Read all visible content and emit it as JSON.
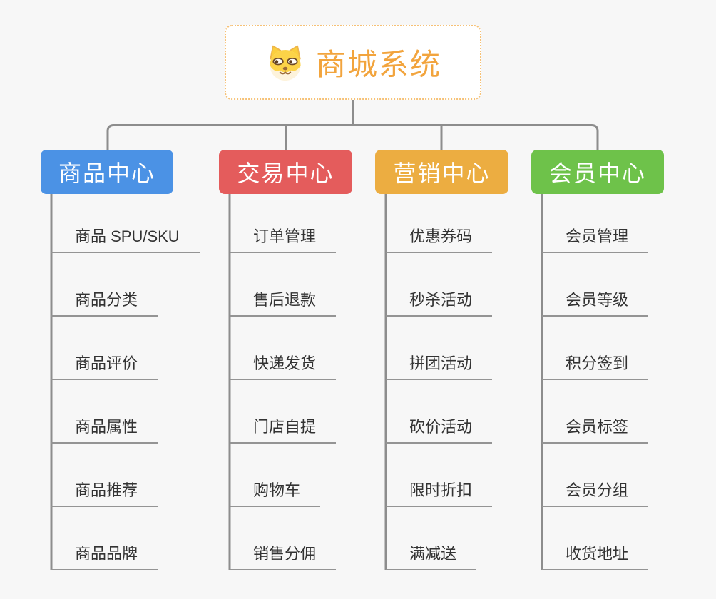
{
  "root": {
    "title": "商城系统",
    "icon": "shiba-dog-icon"
  },
  "branches": [
    {
      "label": "商品中心",
      "color": "#4b92e5",
      "items": [
        "商品 SPU/SKU",
        "商品分类",
        "商品评价",
        "商品属性",
        "商品推荐",
        "商品品牌"
      ]
    },
    {
      "label": "交易中心",
      "color": "#e45c5c",
      "items": [
        "订单管理",
        "售后退款",
        "快递发货",
        "门店自提",
        "购物车",
        "销售分佣"
      ]
    },
    {
      "label": "营销中心",
      "color": "#ecad41",
      "items": [
        "优惠券码",
        "秒杀活动",
        "拼团活动",
        "砍价活动",
        "限时折扣",
        "满减送"
      ]
    },
    {
      "label": "会员中心",
      "color": "#6ec24a",
      "items": [
        "会员管理",
        "会员等级",
        "积分签到",
        "会员标签",
        "会员分组",
        "收货地址"
      ]
    }
  ],
  "colors": {
    "background": "#f7f7f7",
    "connector": "#8d8d8d",
    "leaf_underline": "#949494",
    "root_border": "#f6c176",
    "root_text": "#f2a43d",
    "branch_text": "#ffffff",
    "leaf_text": "#333333"
  }
}
